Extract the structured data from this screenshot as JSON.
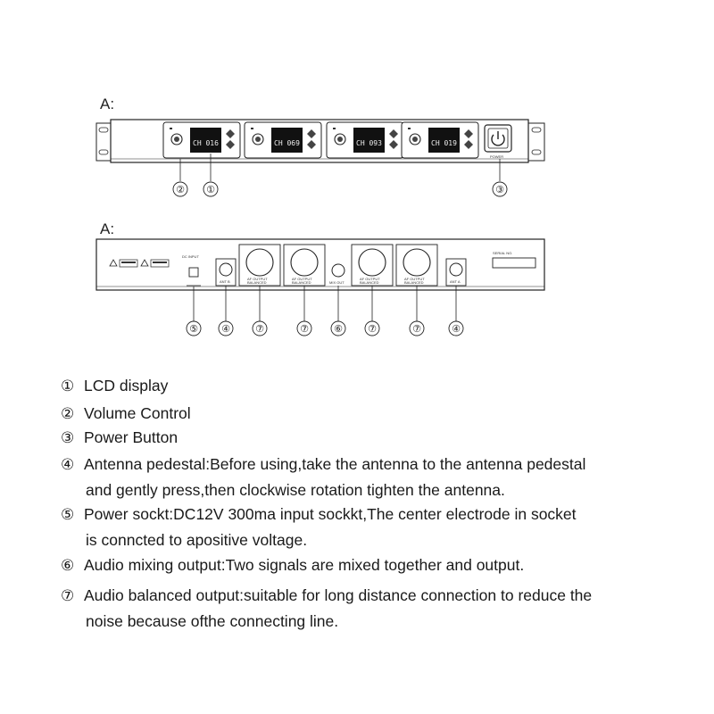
{
  "front_panel": {
    "label": "A:",
    "channels": [
      "CH 016",
      "CH 069",
      "CH 093",
      "CH 019"
    ],
    "power_caption": "POWER"
  },
  "rear_panel": {
    "label": "A:",
    "dc_label": "DC INPUT",
    "serial_label": "SERIAL NO.",
    "ant_a": "ANT A",
    "ant_b": "ANT B",
    "mix_out": "MIX OUT",
    "af_output": "AF OUTPUT",
    "balanced": "BALANCED"
  },
  "callouts": {
    "n1": "①",
    "n2": "②",
    "n3": "③",
    "n4": "④",
    "n5": "⑤",
    "n6": "⑥",
    "n7": "⑦"
  },
  "legend": {
    "items": [
      {
        "mark": "①",
        "text": "LCD display",
        "cont": ""
      },
      {
        "mark": "②",
        "text": "Volume Control",
        "cont": ""
      },
      {
        "mark": "③",
        "text": "Power Button",
        "cont": ""
      },
      {
        "mark": "④",
        "text": "Antenna pedestal:Before using,take the antenna to the antenna pedestal",
        "cont": "and gently press,then clockwise rotation tighten the antenna."
      },
      {
        "mark": "⑤",
        "text": "Power sockt:DC12V 300ma input sockkt,The center electrode in socket",
        "cont": "is conncted to apositive voltage."
      },
      {
        "mark": "⑥",
        "text": "Audio mixing output:Two signals are mixed together and output.",
        "cont": ""
      },
      {
        "mark": "⑦",
        "text": "Audio balanced output:suitable for long distance connection to reduce the",
        "cont": "noise because ofthe connecting line."
      }
    ]
  }
}
